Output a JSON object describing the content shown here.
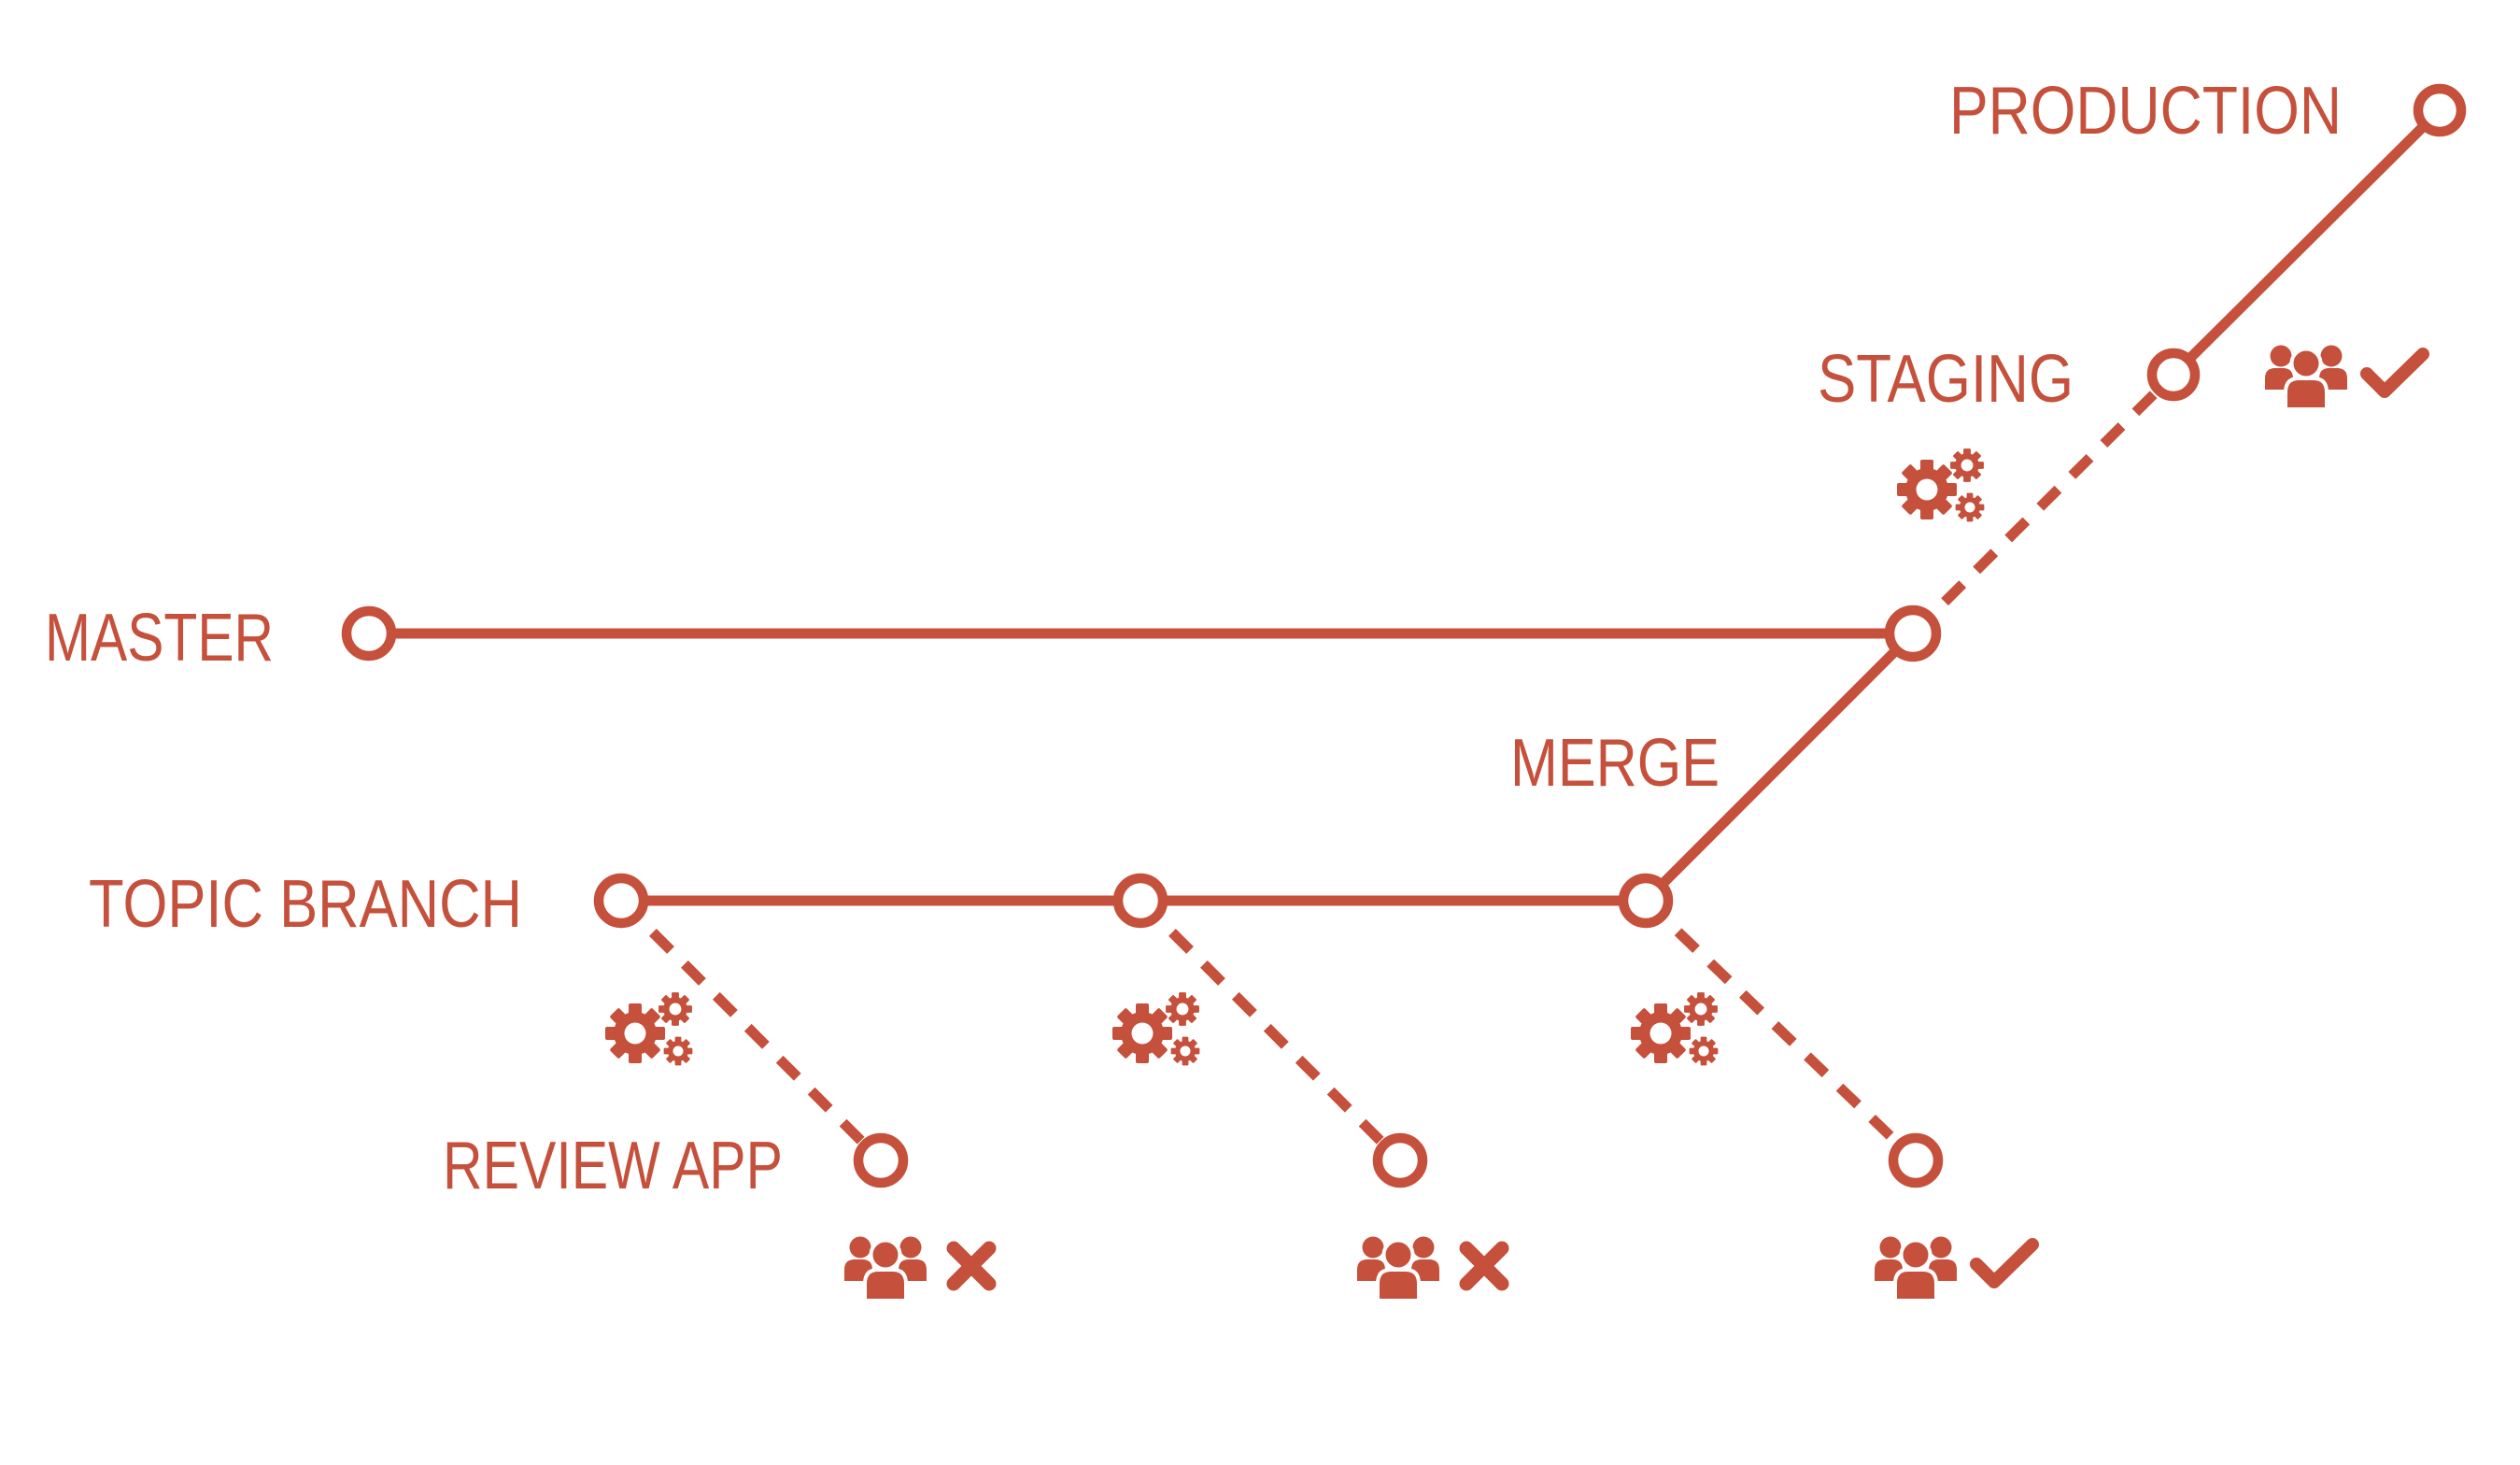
{
  "diagram": {
    "type": "git-branching-ci-flow",
    "background_color": "#ffffff",
    "accent_color": "#C5503B",
    "labels": {
      "production": "PRODUCTION",
      "staging": "STAGING",
      "master": "MASTER",
      "merge": "MERGE",
      "topic_branch": "TOPIC BRANCH",
      "review_app": "REVIEW APP"
    },
    "icons": {
      "gears": "ci-pipeline-gears-icon",
      "users": "users-group-icon",
      "check": "pass-check-icon",
      "x": "fail-x-icon"
    },
    "graph": {
      "nodes": [
        {
          "id": "master-start",
          "branch": "master"
        },
        {
          "id": "merge-into-master",
          "branch": "master"
        },
        {
          "id": "topic-commit-1",
          "branch": "topic-branch"
        },
        {
          "id": "topic-commit-2",
          "branch": "topic-branch"
        },
        {
          "id": "merge-commit",
          "branch": "topic-branch",
          "label": "MERGE"
        },
        {
          "id": "staging-deploy",
          "environment": "staging",
          "review_status": "passed"
        },
        {
          "id": "production-deploy",
          "environment": "production"
        },
        {
          "id": "review-app-1",
          "environment": "review-app",
          "review_status": "failed"
        },
        {
          "id": "review-app-2",
          "environment": "review-app",
          "review_status": "failed"
        },
        {
          "id": "review-app-3",
          "environment": "review-app",
          "review_status": "passed"
        }
      ],
      "edges": [
        {
          "from": "master-start",
          "to": "merge-into-master",
          "style": "solid"
        },
        {
          "from": "merge-commit",
          "to": "merge-into-master",
          "style": "solid"
        },
        {
          "from": "merge-into-master",
          "to": "staging-deploy",
          "style": "dashed",
          "via": "ci-pipeline-gears-icon"
        },
        {
          "from": "staging-deploy",
          "to": "production-deploy",
          "style": "solid"
        },
        {
          "from": "topic-commit-1",
          "to": "topic-commit-2",
          "style": "solid"
        },
        {
          "from": "topic-commit-2",
          "to": "merge-commit",
          "style": "solid"
        },
        {
          "from": "topic-commit-1",
          "to": "review-app-1",
          "style": "dashed",
          "via": "ci-pipeline-gears-icon"
        },
        {
          "from": "topic-commit-2",
          "to": "review-app-2",
          "style": "dashed",
          "via": "ci-pipeline-gears-icon"
        },
        {
          "from": "merge-commit",
          "to": "review-app-3",
          "style": "dashed",
          "via": "ci-pipeline-gears-icon"
        }
      ]
    }
  }
}
